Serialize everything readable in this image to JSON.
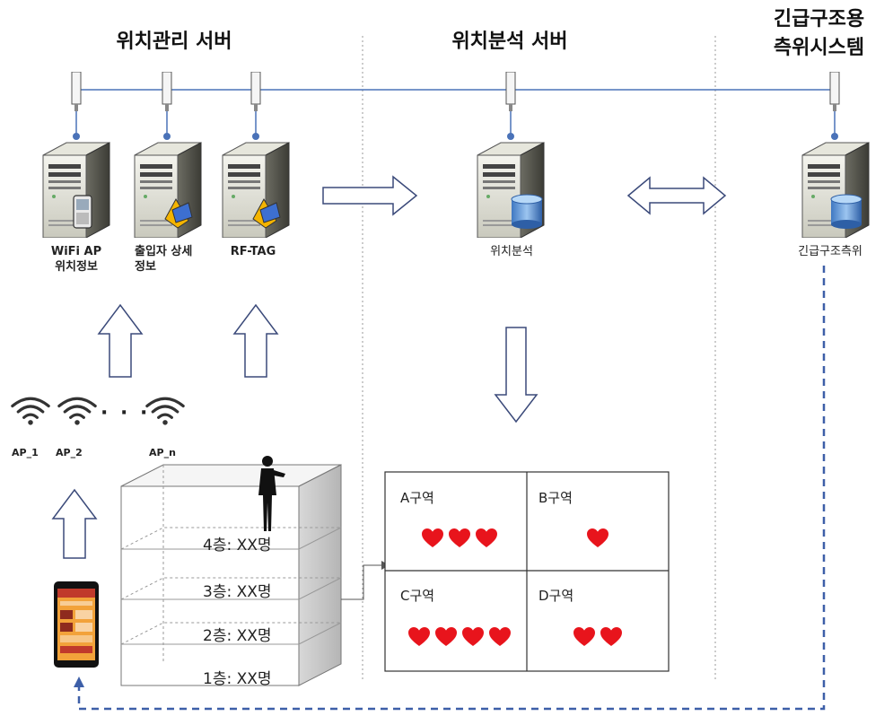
{
  "sections": {
    "management": "위치관리 서버",
    "analysis": "위치분석 서버",
    "rescue_line1": "긴급구조용",
    "rescue_line2": "측위시스템"
  },
  "servers": {
    "wifi_line1": "WiFi AP",
    "wifi_line2": "위치정보",
    "access_line1": "출입자 상세",
    "access_line2": "정보",
    "rftag": "RF-TAG",
    "analysis": "위치분석",
    "rescue": "긴급구조측위"
  },
  "access_points": {
    "ap1": "AP_1",
    "ap2": "AP_2",
    "apn": "AP_n",
    "ellipsis": "· · ·"
  },
  "floors": [
    {
      "label": "4층: XX명"
    },
    {
      "label": "3층: XX명"
    },
    {
      "label": "2층: XX명"
    },
    {
      "label": "1층: XX명"
    }
  ],
  "zones": [
    {
      "label": "A구역",
      "hearts": 3
    },
    {
      "label": "B구역",
      "hearts": 1
    },
    {
      "label": "C구역",
      "hearts": 4
    },
    {
      "label": "D구역",
      "hearts": 2
    }
  ],
  "colors": {
    "network_line": "#4a72b8",
    "arrow_outline": "#3b4a7a",
    "dashed_return": "#3d5fa8",
    "heart": "#e8141c",
    "divider": "#999999"
  },
  "icons": {
    "server": "server-tower-icon",
    "database": "database-cylinder-icon",
    "phone": "mobile-phone-icon",
    "tag": "rf-tag-icon",
    "wifi": "wifi-icon",
    "heart": "heart-icon",
    "person": "person-silhouette-icon"
  }
}
